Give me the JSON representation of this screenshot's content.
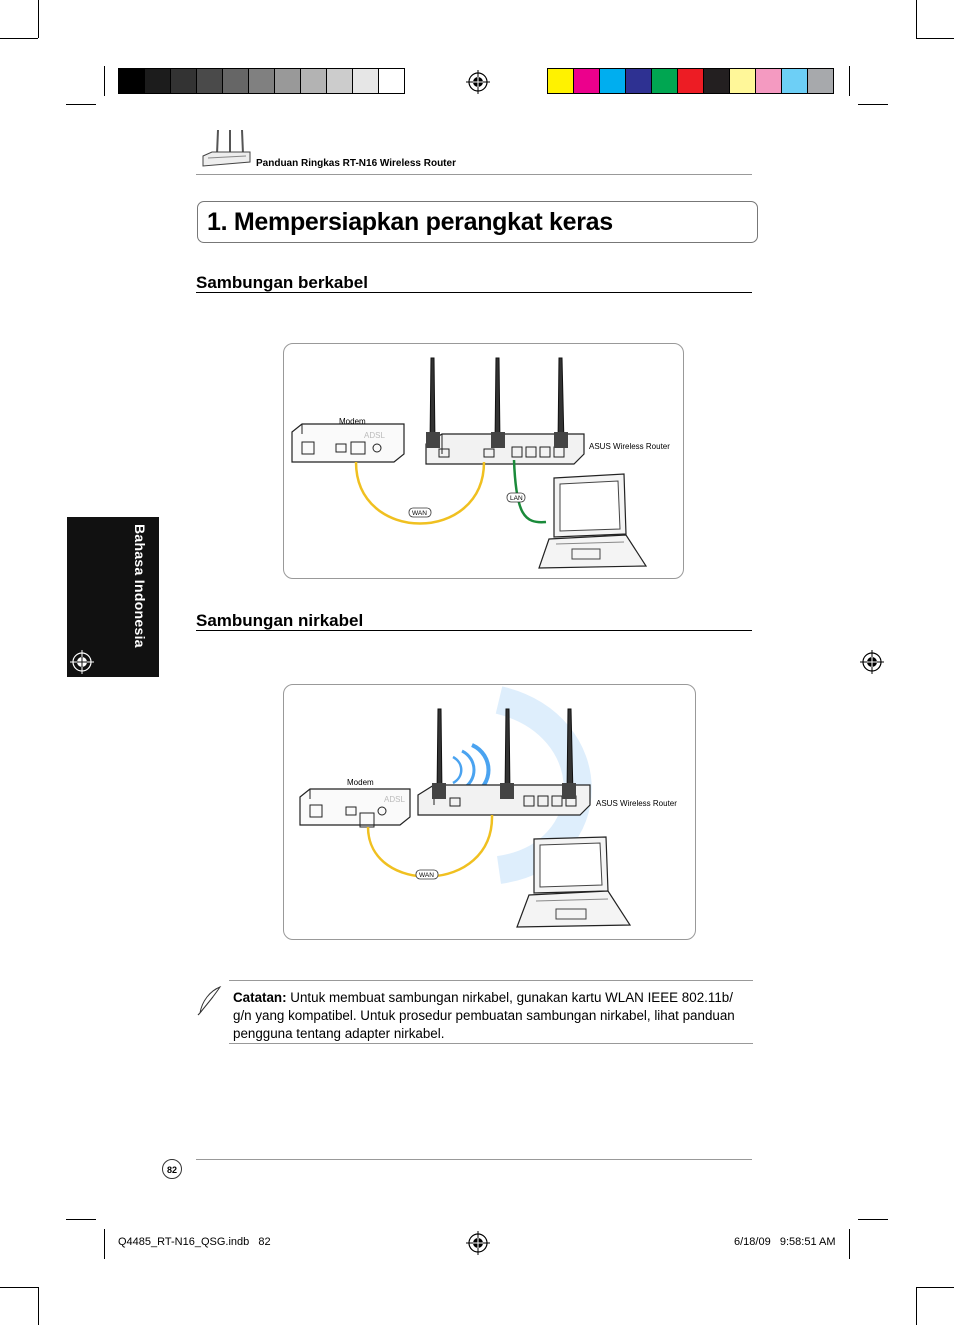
{
  "header": {
    "guide_title": "Panduan Ringkas RT-N16 Wireless Router"
  },
  "page_title": "1. Mempersiapkan perangkat keras",
  "side_tab": {
    "label": "Bahasa Indonesia"
  },
  "wired_section": {
    "heading": "Sambungan berkabel",
    "diagram": {
      "modem_label": "Modem",
      "modem_brand": "ADSL",
      "router_label": "ASUS Wireless Router",
      "wan_label": "WAN",
      "lan_label": "LAN"
    }
  },
  "wireless_section": {
    "heading": "Sambungan nirkabel",
    "diagram": {
      "modem_label": "Modem",
      "modem_brand": "ADSL",
      "router_label": "ASUS Wireless Router",
      "wan_label": "WAN"
    }
  },
  "note": {
    "label": "Catatan:",
    "text": " Untuk membuat sambungan nirkabel, gunakan kartu WLAN IEEE 802.11b/ g/n yang kompatibel. Untuk prosedur pembuatan sambungan nirkabel, lihat panduan pengguna tentang adapter nirkabel."
  },
  "page_number": "82",
  "footer": {
    "file_info": "Q4485_RT-N16_QSG.indb   82",
    "timestamp": "6/18/09   9:58:51 AM"
  },
  "colors": {
    "gray_swatches": [
      "#000000",
      "#1c1c1c",
      "#333333",
      "#4a4a4a",
      "#666666",
      "#808080",
      "#999999",
      "#b3b3b3",
      "#cccccc",
      "#e6e6e6",
      "#ffffff"
    ],
    "color_swatches": [
      "#fff200",
      "#ec008c",
      "#00aeef",
      "#2e3192",
      "#00a651",
      "#ed1c24",
      "#231f20",
      "#fff799",
      "#f49ac1",
      "#6dcff6",
      "#a7a9ac"
    ],
    "wan_cable": "#f0c020",
    "lan_cable": "#1a8a3a",
    "wifi_arc": "#4aa3f0"
  }
}
